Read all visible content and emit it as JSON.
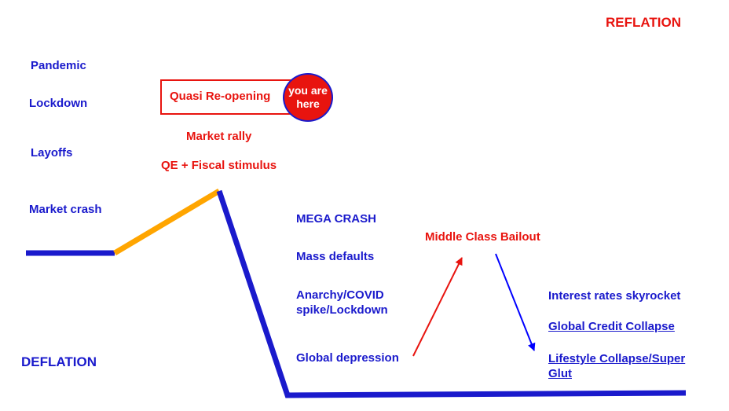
{
  "colors": {
    "deflation_blue": "#1a1acc",
    "stimulus_orange": "#ffa500",
    "accent_red": "#e8140f",
    "flow_arrow_blue": "#0000ff"
  },
  "left_labels": [
    "Pandemic",
    "Lockdown",
    "Layoffs",
    "Market crash"
  ],
  "stage_labels": {
    "quasi_reopening": "Quasi Re-opening",
    "market_rally": "Market rally",
    "qe_fiscal": "QE + Fiscal stimulus"
  },
  "marker": {
    "line1": "you are",
    "line2": "here"
  },
  "crash_labels": {
    "mega_crash": "MEGA CRASH",
    "mass_defaults": "Mass defaults",
    "anarchy_line1": "Anarchy/COVID",
    "anarchy_line2": "spike/Lockdown",
    "global_depression": "Global depression"
  },
  "bailout": "Middle Class Bailout",
  "right_labels": {
    "interest_rates": "Interest rates skyrocket",
    "credit_collapse": "Global Credit Collapse",
    "lifestyle_line1": "Lifestyle Collapse/Super",
    "lifestyle_line2": "Glut"
  },
  "corners": {
    "reflation": "REFLATION",
    "deflation": "DEFLATION"
  }
}
